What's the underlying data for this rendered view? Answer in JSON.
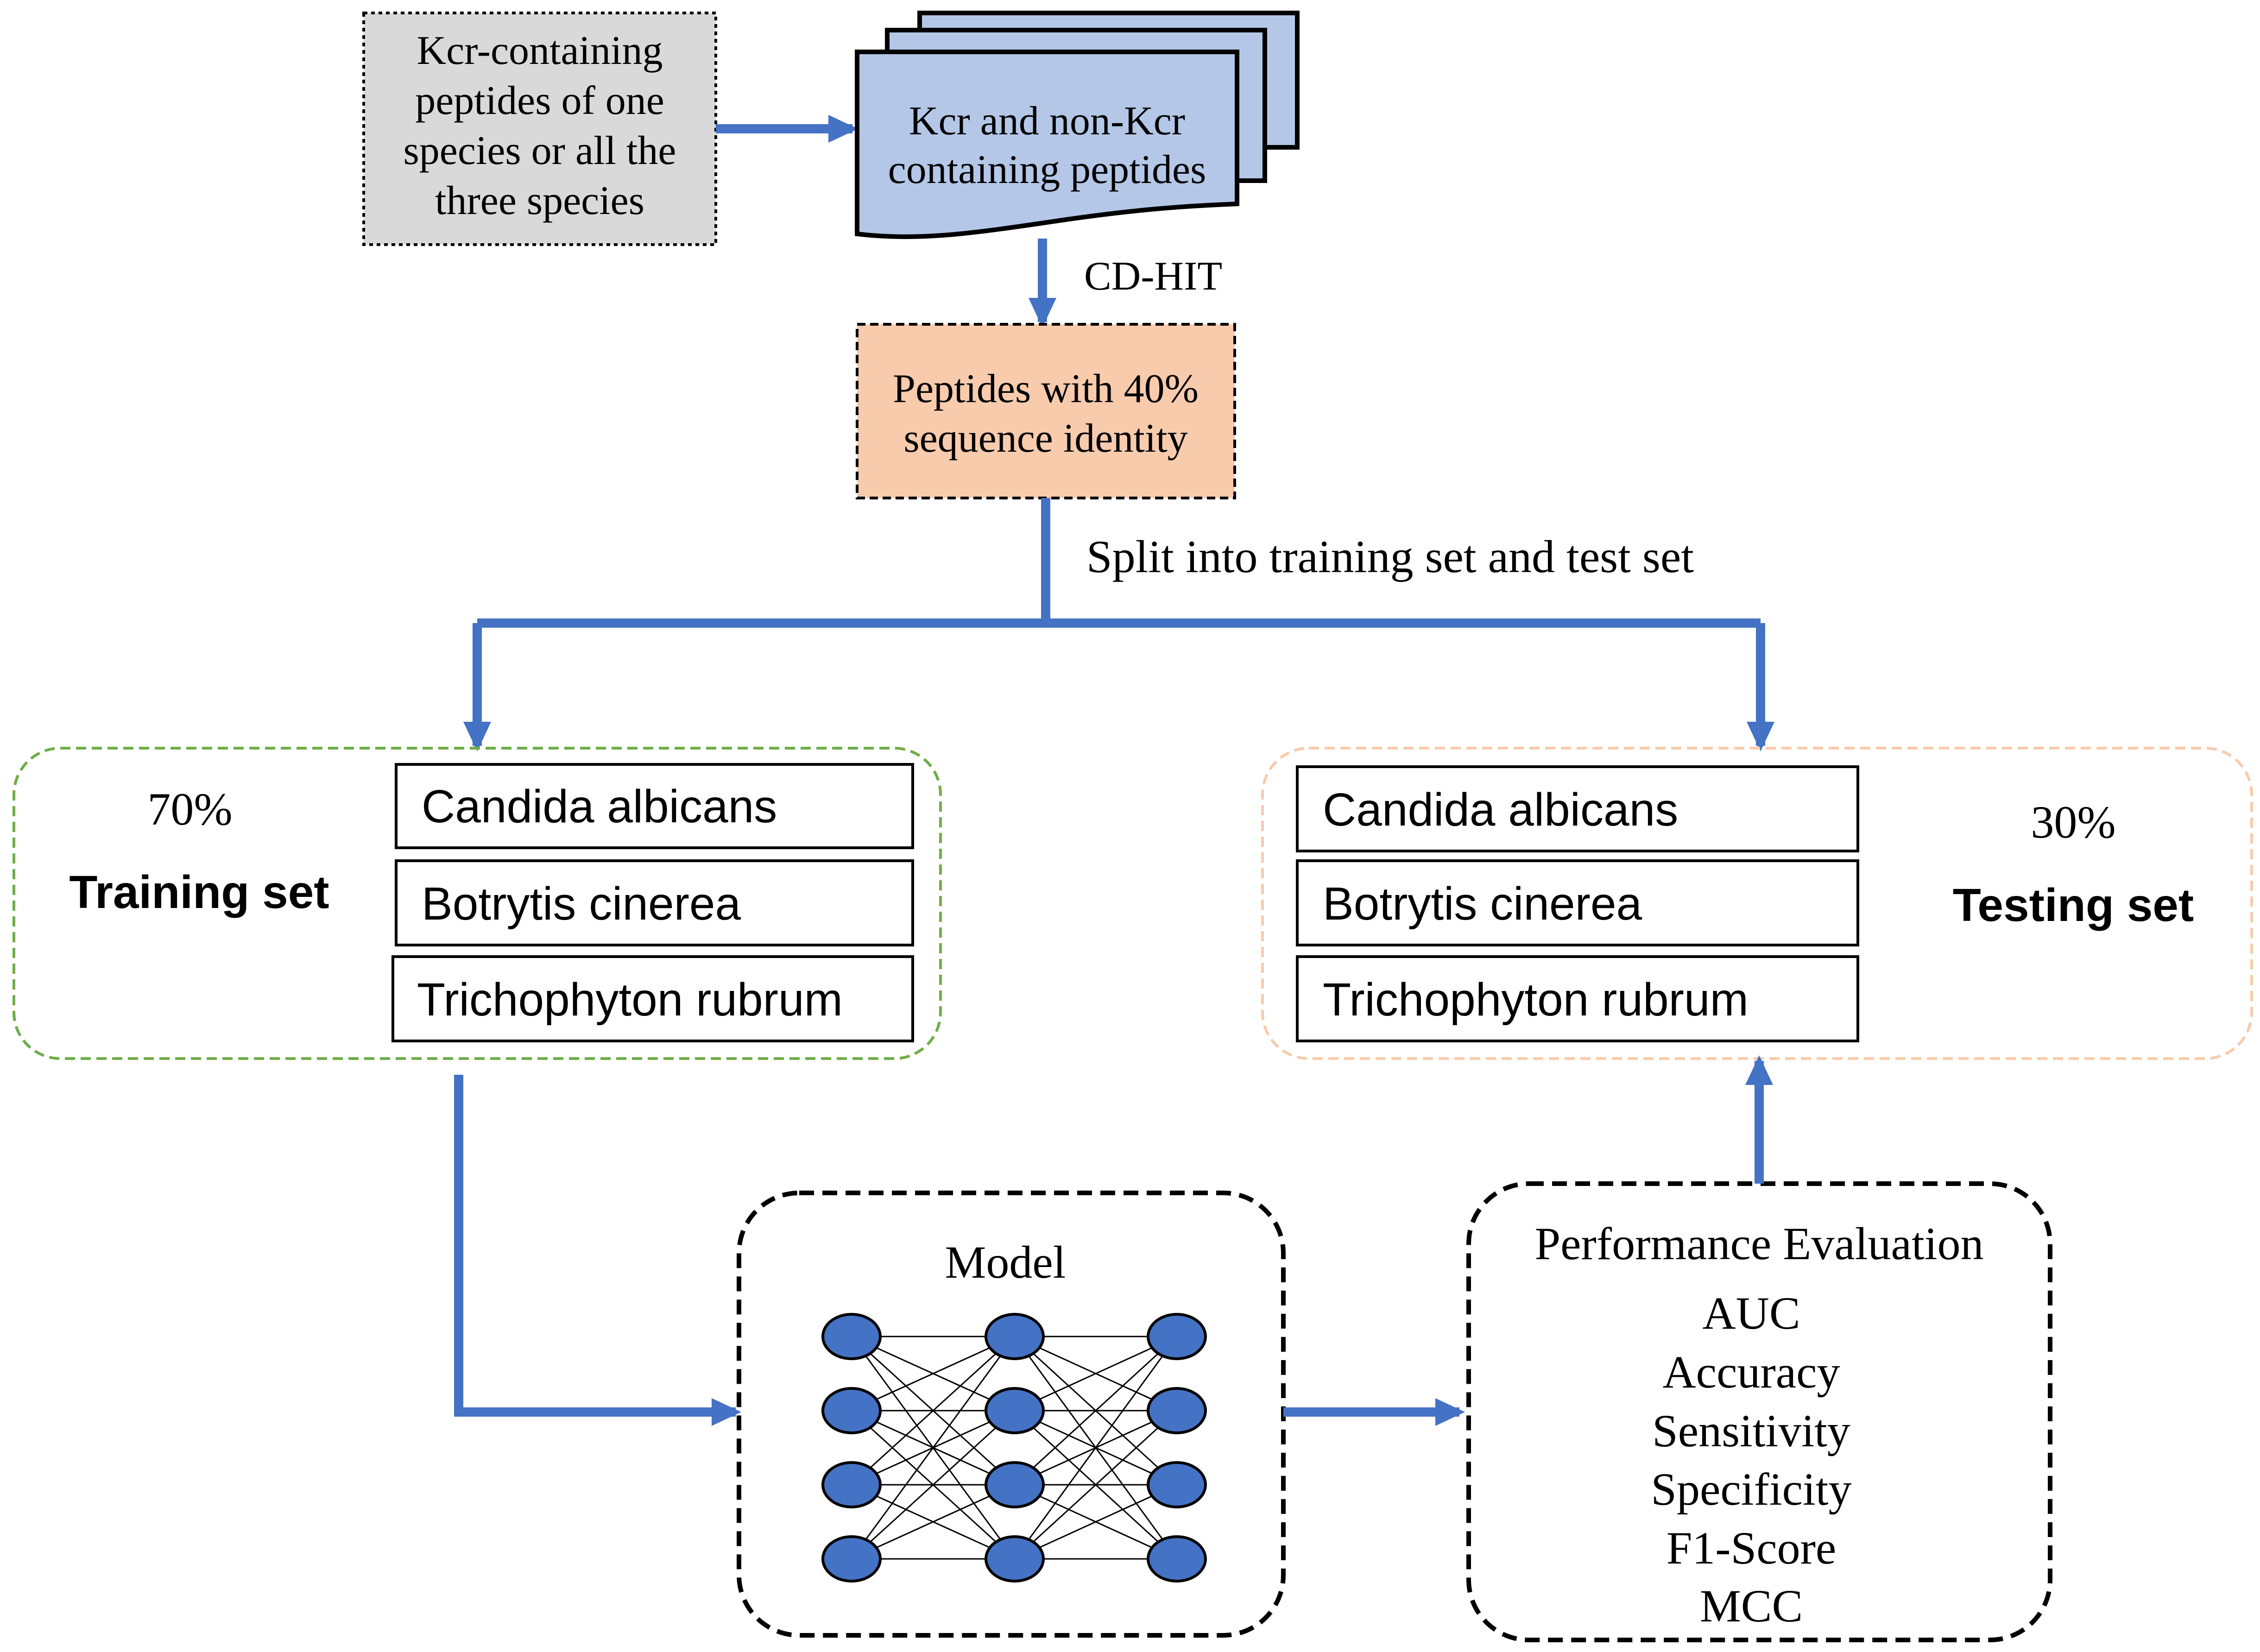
{
  "colors": {
    "arrow": "#4472C4",
    "source_fill": "#D9D9D9",
    "docs_fill": "#B4C7E7",
    "filtered_fill": "#F8CBAD",
    "training_border": "#70AD47",
    "testing_border": "#F8CBAD",
    "node_fill": "#4472C4"
  },
  "source_box": {
    "lines": [
      "Kcr-containing",
      "peptides of one",
      "species or all the",
      "three species"
    ]
  },
  "documents_box": {
    "lines": [
      "Kcr and non-Kcr",
      "containing peptides"
    ]
  },
  "cdhit_label": "CD-HIT",
  "filtered_box": {
    "lines": [
      "Peptides with 40%",
      "sequence identity"
    ]
  },
  "split_label": "Split into training set and test set",
  "training": {
    "percent": "70%",
    "title": "Training set",
    "species": [
      "Candida albicans",
      "Botrytis cinerea",
      "Trichophyton rubrum"
    ]
  },
  "testing": {
    "percent": "30%",
    "title": "Testing set",
    "species": [
      "Candida albicans",
      "Botrytis cinerea",
      "Trichophyton rubrum"
    ]
  },
  "model": {
    "title": "Model",
    "network_icon": "neural-network-icon",
    "layers": [
      4,
      4,
      4
    ]
  },
  "evaluation": {
    "title": "Performance Evaluation",
    "metrics": [
      "AUC",
      "Accuracy",
      "Sensitivity",
      "Specificity",
      "F1-Score",
      "MCC"
    ]
  }
}
